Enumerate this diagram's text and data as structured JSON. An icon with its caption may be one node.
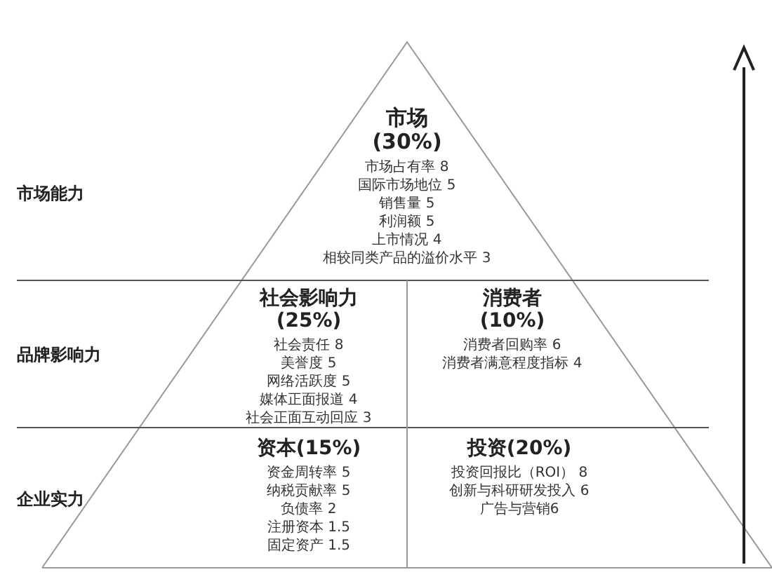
{
  "diagram": {
    "nodes": [
      {
        "text": [
          "市场 (30%)",
          "市场占有率 8",
          "国际市场地位 5",
          "销售量 5",
          "利润额 5",
          "上市情况 4",
          "相较同类产品的溢价水平 3"
        ]
      },
      {
        "text": [
          "社会影响力 (25%)",
          "社会责任 8",
          "美誉度 5",
          "网络活跃度 5",
          "媒体正面报道 4",
          "社会正面互动回应 3"
        ]
      },
      {
        "text": [
          "消费者 (10%)",
          "消费者回购率 6",
          "消费者满意程度指标 4"
        ]
      },
      {
        "text": [
          "资本(15%)",
          "资金周转率 5",
          "纳税贡献率 5",
          "负债率 2",
          "注册资本 1.5",
          "固定资产 1.5"
        ]
      },
      {
        "text": [
          "投资(20%)",
          "投资回报比（ROI） 8",
          "创新与科研研发投入 6",
          "广告与营销6"
        ]
      }
    ],
    "labels": [
      "市场能力",
      "品牌影响力",
      "企业实力"
    ]
  }
}
